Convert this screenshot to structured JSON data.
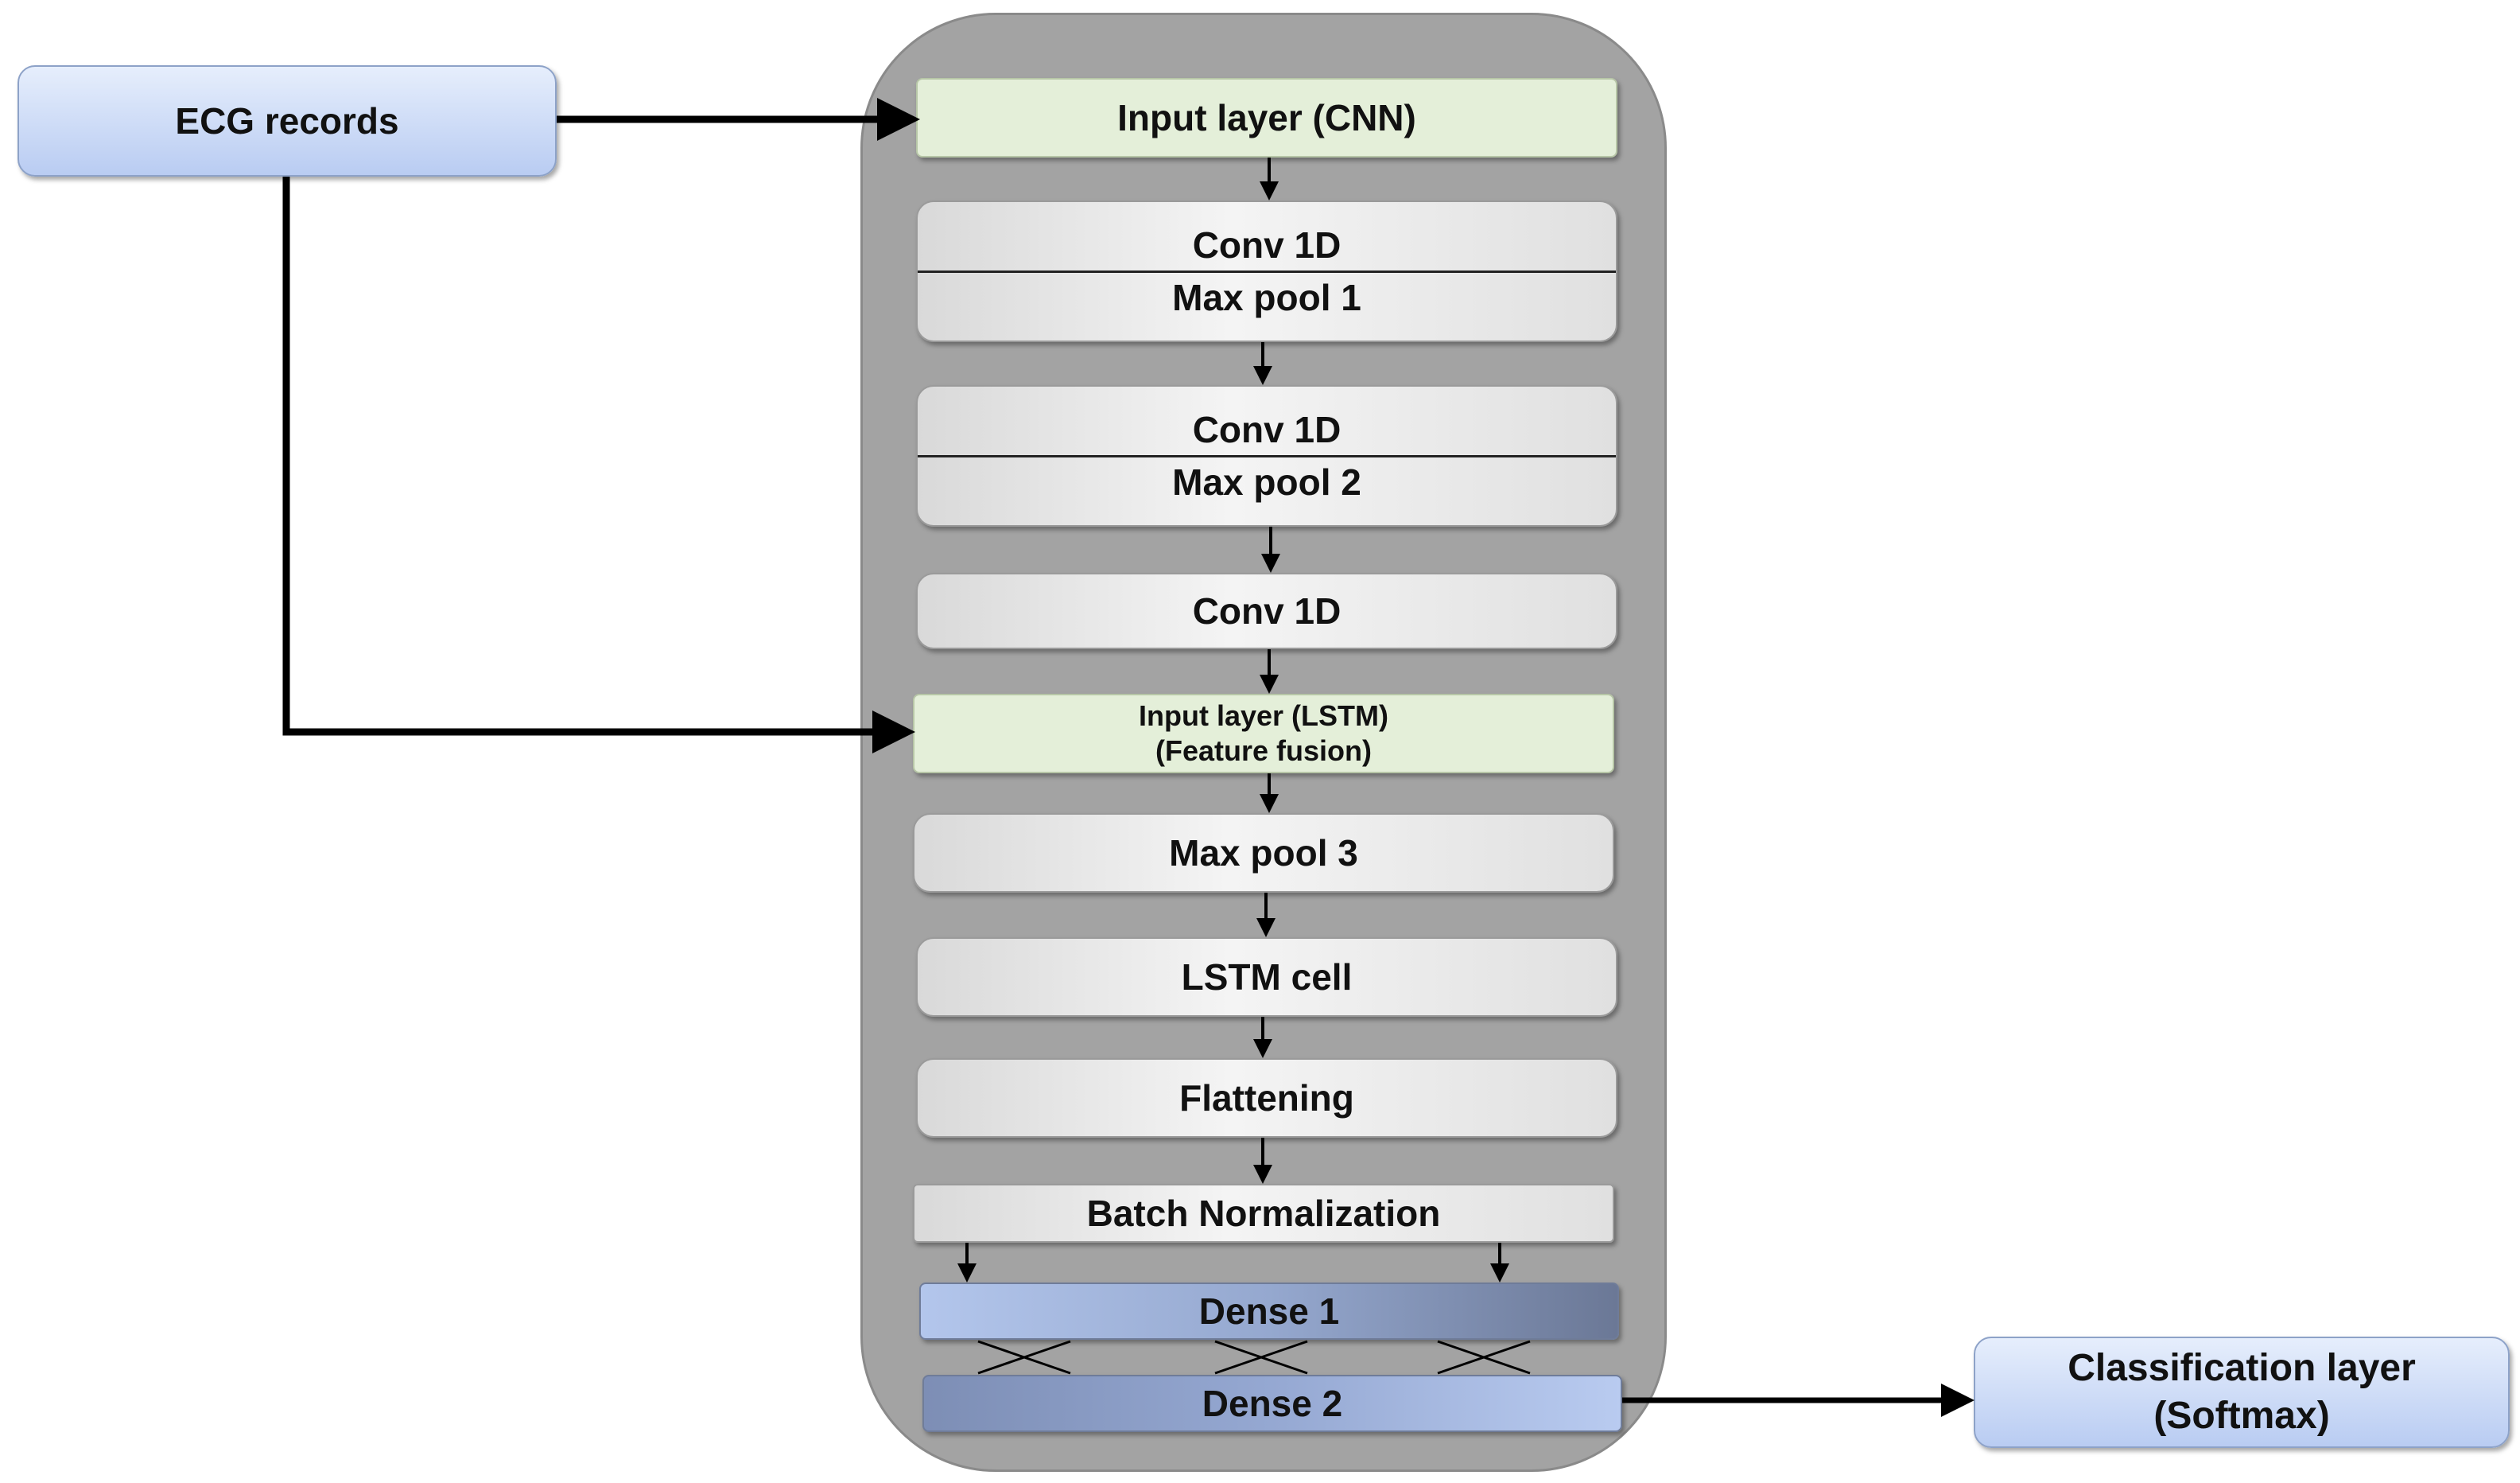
{
  "diagram": {
    "inputs": {
      "ecg_records": "ECG records"
    },
    "layers": {
      "input_cnn": "Input layer (CNN)",
      "conv1_a": "Conv 1D",
      "maxpool1": "Max pool 1",
      "conv1_b": "Conv 1D",
      "maxpool2": "Max pool 2",
      "conv1_c": "Conv 1D",
      "input_lstm_line1": "Input layer (LSTM)",
      "input_lstm_line2": "(Feature fusion)",
      "maxpool3": "Max pool 3",
      "lstm_cell": "LSTM cell",
      "flattening": "Flattening",
      "batch_norm": "Batch Normalization",
      "dense1": "Dense 1",
      "dense2": "Dense 2"
    },
    "outputs": {
      "classification_line1": "Classification layer",
      "classification_line2": "(Softmax)"
    },
    "colors": {
      "panel": "#a3a3a3",
      "input_layer": "#e4efd9",
      "external_box": "#b9ccf2",
      "dense": "#95a8cf",
      "arrow": "#000000"
    }
  }
}
